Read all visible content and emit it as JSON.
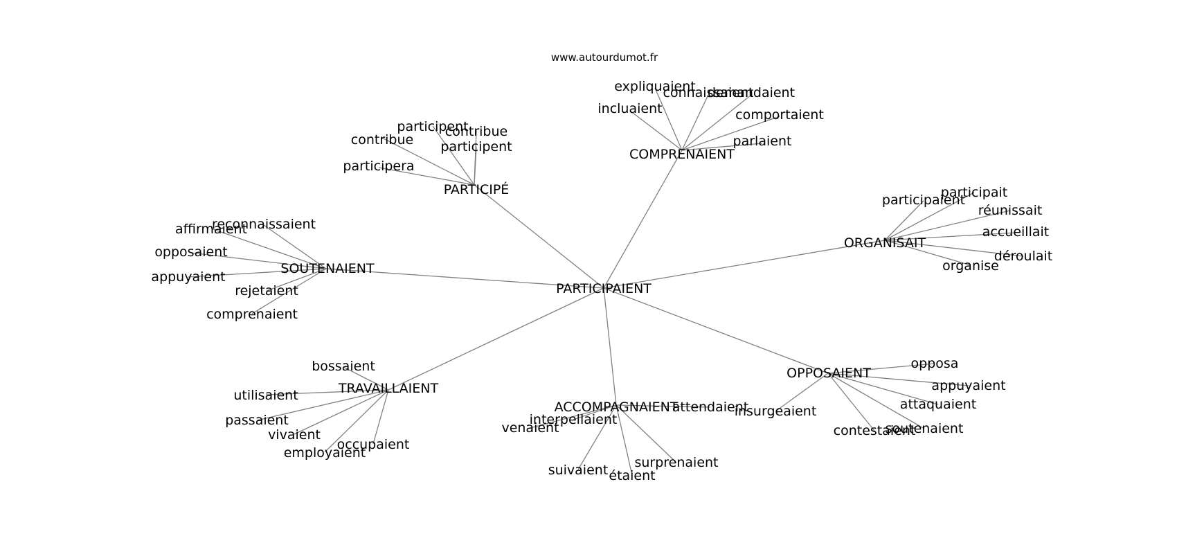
{
  "source_label": "www.autourdumot.fr",
  "graph": {
    "center": "PARTICIPAIENT",
    "clusters": [
      {
        "label": "PARTICIPÉ",
        "children": [
          "participent",
          "contribue",
          "contribue",
          "participent",
          "participera"
        ]
      },
      {
        "label": "COMPRENAIENT",
        "children": [
          "expliquaient",
          "connaissaient",
          "demandaient",
          "incluaient",
          "comportaient",
          "parlaient"
        ]
      },
      {
        "label": "ORGANISAIT",
        "children": [
          "participait",
          "participaient",
          "réunissait",
          "accueillait",
          "déroulait",
          "organise"
        ]
      },
      {
        "label": "SOUTENAIENT",
        "children": [
          "reconnaissaient",
          "affirmaient",
          "opposaient",
          "appuyaient",
          "rejetaient",
          "comprenaient"
        ]
      },
      {
        "label": "TRAVAILLAIENT",
        "children": [
          "bossaient",
          "utilisaient",
          "passaient",
          "vivaient",
          "occupaient",
          "employaient"
        ]
      },
      {
        "label": "ACCOMPAGNAIENT",
        "children": [
          "attendaient",
          "interpellaient",
          "venaient",
          "suivaient",
          "étaient",
          "surprenaient"
        ]
      },
      {
        "label": "OPPOSAIENT",
        "children": [
          "opposa",
          "appuyaient",
          "attaquaient",
          "soutenaient",
          "contestaient",
          "insurgeaient"
        ]
      }
    ]
  }
}
